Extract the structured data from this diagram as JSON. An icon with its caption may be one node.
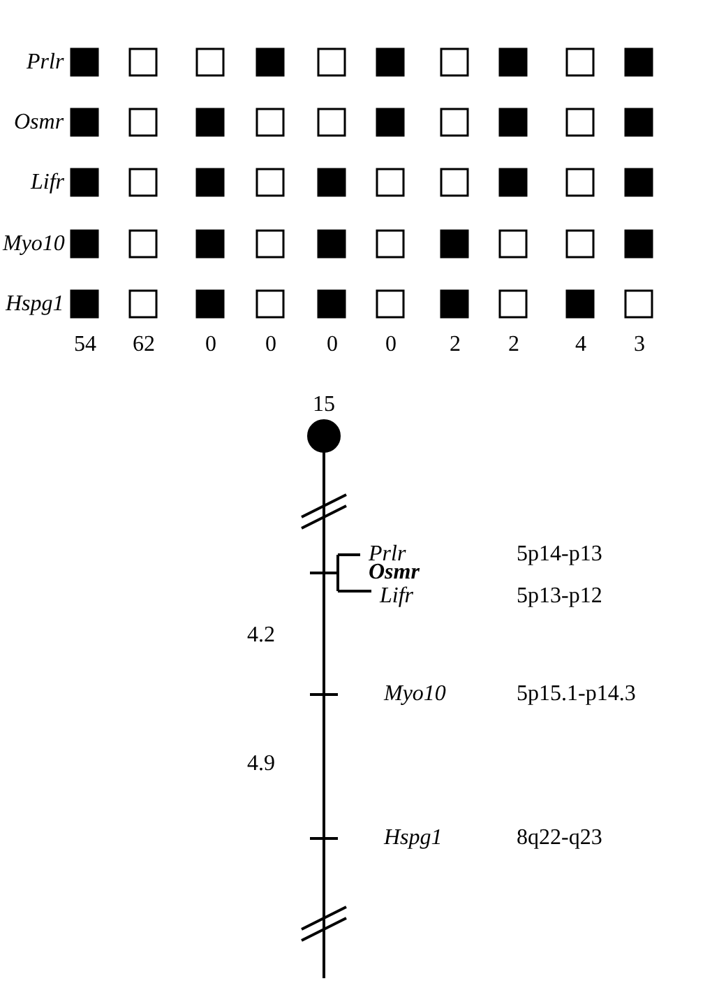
{
  "diagram": {
    "labels": [
      "Prlr",
      "Osmr",
      "Lifr",
      "Myo10",
      "Hspg1",
      "54",
      "62",
      "0",
      "0",
      "0",
      "0",
      "2",
      "2",
      "4",
      "3",
      "15",
      "Prlr",
      "5p14-p13",
      "Osmr",
      "Lifr",
      "5p13-p12",
      "4.2",
      "Myo10",
      "5p15.1-p14.3",
      "4.9",
      "Hspg1",
      "8q22-q23"
    ]
  }
}
